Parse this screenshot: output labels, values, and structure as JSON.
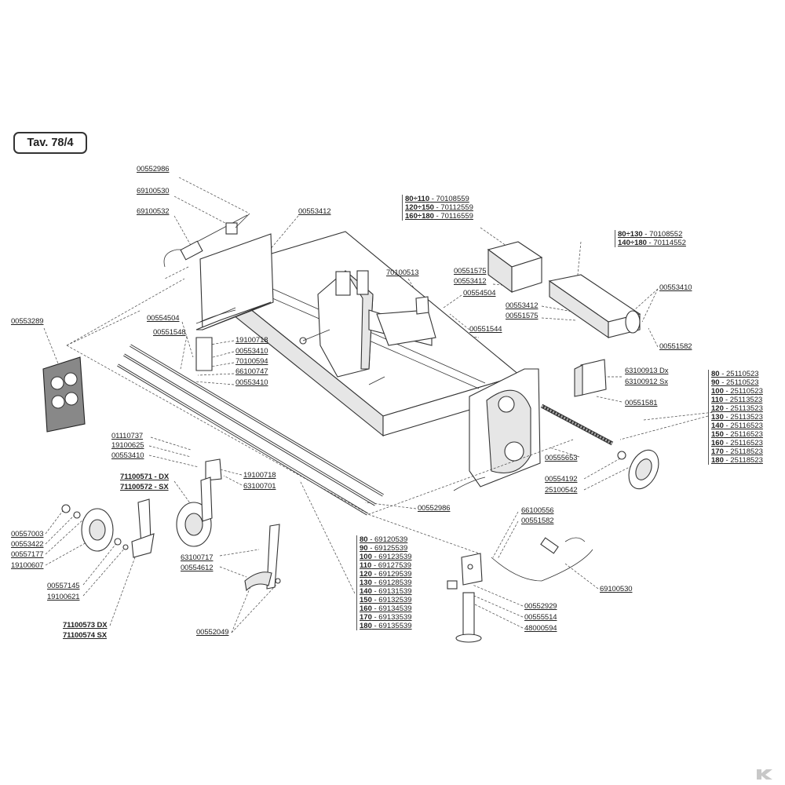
{
  "title": "Tav. 78/4",
  "labels": {
    "l00552986a": "00552986",
    "l69100530a": "69100530",
    "l69100532": "69100532",
    "l00553412a": "00553412",
    "l00553289": "00553289",
    "l00554504a": "00554504",
    "l00551548": "00551548",
    "l19100718a": "19100718",
    "l00553410a": "00553410",
    "l70100594": "70100594",
    "l66100747": "66100747",
    "l00553410b": "00553410",
    "l70100513": "70100513",
    "l00551575a": "00551575",
    "l00553412b": "00553412",
    "l00554504b": "00554504",
    "l00551544": "00551544",
    "l00553412c": "00553412",
    "l00551575b": "00551575",
    "l00553410c": "00553410",
    "l00551582a": "00551582",
    "l63100913": "63100913 Dx",
    "l63100912": "63100912 Sx",
    "l00551581": "00551581",
    "l00555653": "00555653",
    "l00554192": "00554192",
    "l25100542": "25100542",
    "l01110737": "01110737",
    "l19100625": "19100625",
    "l00553410d": "00553410",
    "l71100571": "71100571 - DX",
    "l71100572": "71100572 - SX",
    "l19100718b": "19100718",
    "l63100701": "63100701",
    "l00552986b": "00552986",
    "l66100556": "66100556",
    "l00551582b": "00551582",
    "l00557003": "00557003",
    "l00553422": "00553422",
    "l00557177": "00557177",
    "l19100607": "19100607",
    "l00557145": "00557145",
    "l19100621": "19100621",
    "l71100573": "71100573 DX",
    "l71100574": "71100574 SX",
    "l63100717": "63100717",
    "l00554612": "00554612",
    "l00552049": "00552049",
    "l69100530b": "69100530",
    "l00552929": "00552929",
    "l00555514": "00555514",
    "l48000594": "48000594"
  },
  "groups": {
    "cover_top": [
      {
        "k": "80÷110",
        "v": " - 70108559"
      },
      {
        "k": "120÷150",
        "v": " - 70112559"
      },
      {
        "k": "160÷180",
        "v": " - 70116559"
      }
    ],
    "cover_right": [
      {
        "k": "80÷130",
        "v": " - 70108552"
      },
      {
        "k": "140÷180",
        "v": " - 70114552"
      }
    ],
    "shaft": [
      {
        "k": "80",
        "v": " - 25110523"
      },
      {
        "k": "90",
        "v": " - 25110523"
      },
      {
        "k": "100",
        "v": " - 25110523"
      },
      {
        "k": "110",
        "v": " - 25113523"
      },
      {
        "k": "120",
        "v": " - 25113523"
      },
      {
        "k": "130",
        "v": " - 25113523"
      },
      {
        "k": "140",
        "v": " - 25116523"
      },
      {
        "k": "150",
        "v": " - 25116523"
      },
      {
        "k": "160",
        "v": " - 25116523"
      },
      {
        "k": "170",
        "v": " - 25118523"
      },
      {
        "k": "180",
        "v": " - 25118523"
      }
    ],
    "rods": [
      {
        "k": "80",
        "v": "   - 69120539"
      },
      {
        "k": "90",
        "v": "   - 69125539"
      },
      {
        "k": "100",
        "v": " - 69123539"
      },
      {
        "k": "110",
        "v": " - 69127539"
      },
      {
        "k": "120",
        "v": " - 69129539"
      },
      {
        "k": "130",
        "v": " - 69128539"
      },
      {
        "k": "140",
        "v": " - 69131539"
      },
      {
        "k": "150",
        "v": " - 69132539"
      },
      {
        "k": "160",
        "v": " - 69134539"
      },
      {
        "k": "170",
        "v": " - 69133539"
      },
      {
        "k": "180",
        "v": " - 69135539"
      }
    ]
  }
}
